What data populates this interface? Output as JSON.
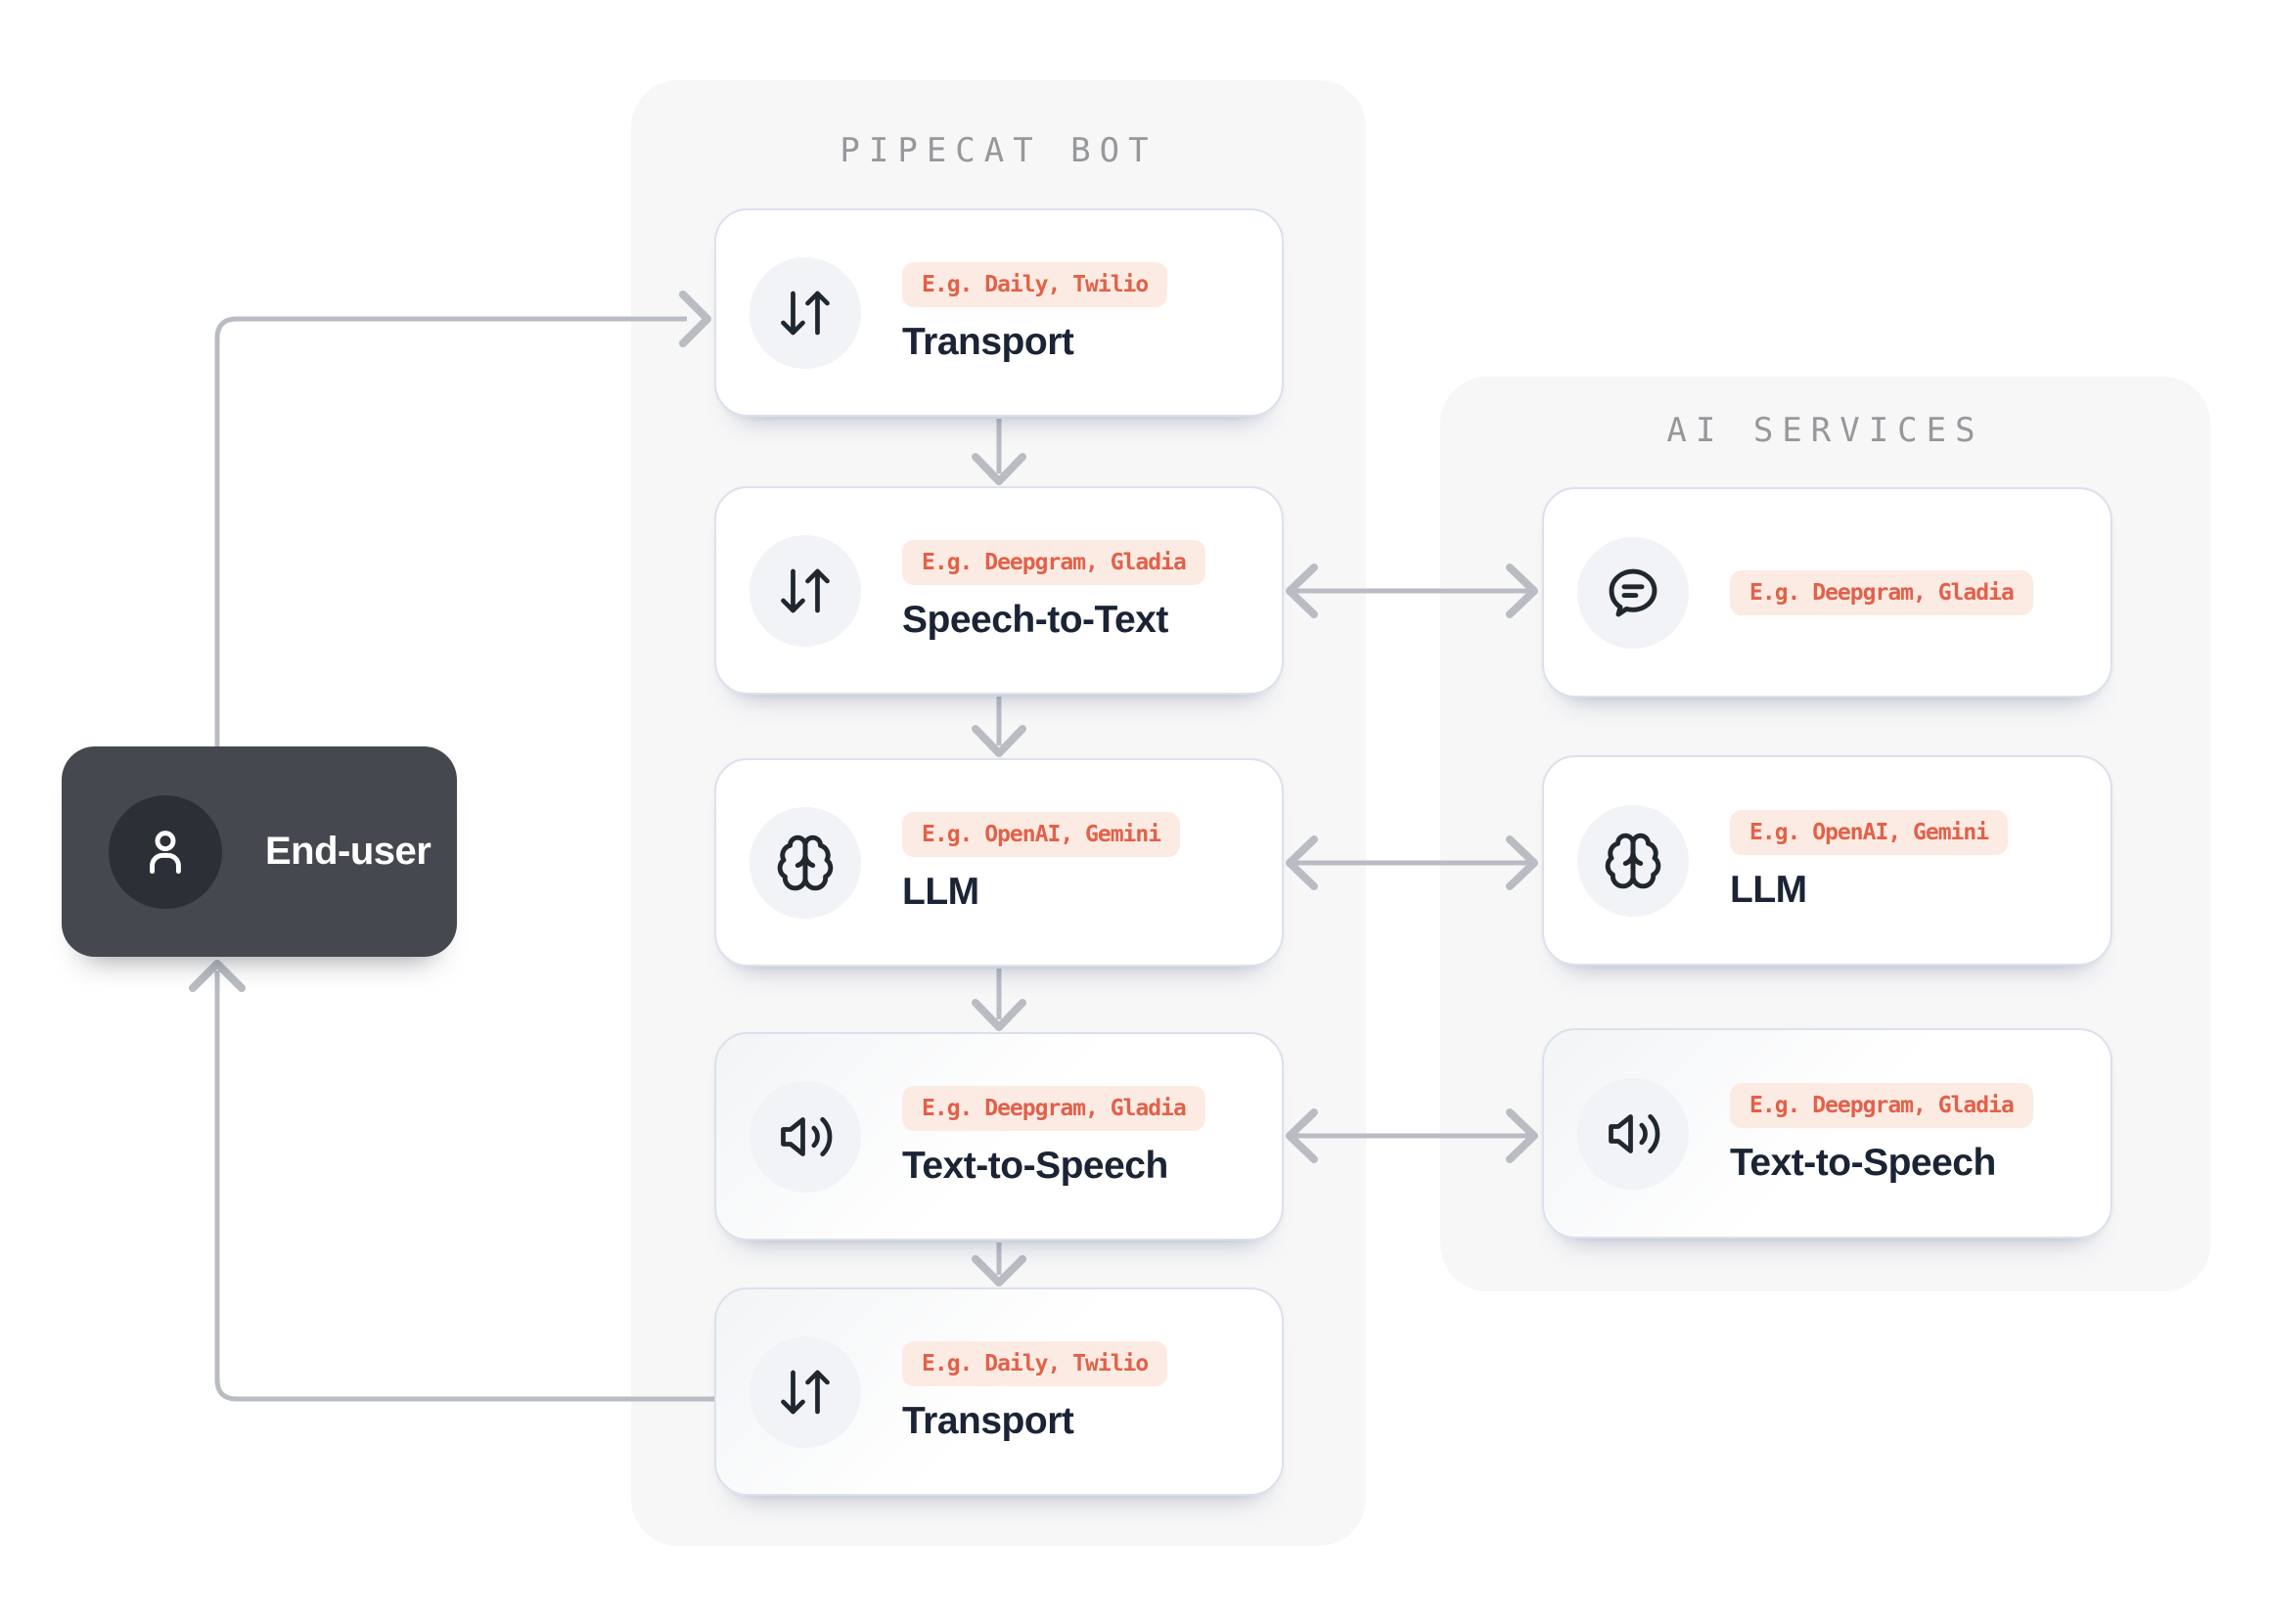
{
  "end_user": {
    "label": "End-user",
    "icon": "user-icon"
  },
  "pipecat_panel": {
    "title": "PIPECAT BOT",
    "cards": [
      {
        "icon": "arrow-down-up-icon",
        "badge": "E.g. Daily, Twilio",
        "title": "Transport"
      },
      {
        "icon": "arrow-down-up-icon",
        "badge": "E.g. Deepgram, Gladia",
        "title": "Speech-to-Text"
      },
      {
        "icon": "brain-icon",
        "badge": "E.g. OpenAI, Gemini",
        "title": "LLM"
      },
      {
        "icon": "volume-icon",
        "badge": "E.g. Deepgram, Gladia",
        "title": "Text-to-Speech"
      },
      {
        "icon": "arrow-down-up-icon",
        "badge": "E.g. Daily, Twilio",
        "title": "Transport"
      }
    ]
  },
  "ai_panel": {
    "title": "AI SERVICES",
    "cards": [
      {
        "icon": "speech-bubble-icon",
        "badge": "E.g. Deepgram, Gladia"
      },
      {
        "icon": "brain-icon",
        "badge": "E.g. OpenAI, Gemini",
        "title": "LLM"
      },
      {
        "icon": "volume-icon",
        "badge": "E.g. Deepgram, Gladia",
        "title": "Text-to-Speech"
      }
    ]
  },
  "colors": {
    "panel": "#f7f7f8",
    "panel-title": "#97989c",
    "card-border": "#dbe1ec",
    "badge-bg": "#fcebe3",
    "badge-text": "#e2614a",
    "title": "#1b2435",
    "connector": "#b9bdc3",
    "enduser-bg": "#45494f",
    "enduser-circle": "#2b3036",
    "icon": "#21272f"
  }
}
